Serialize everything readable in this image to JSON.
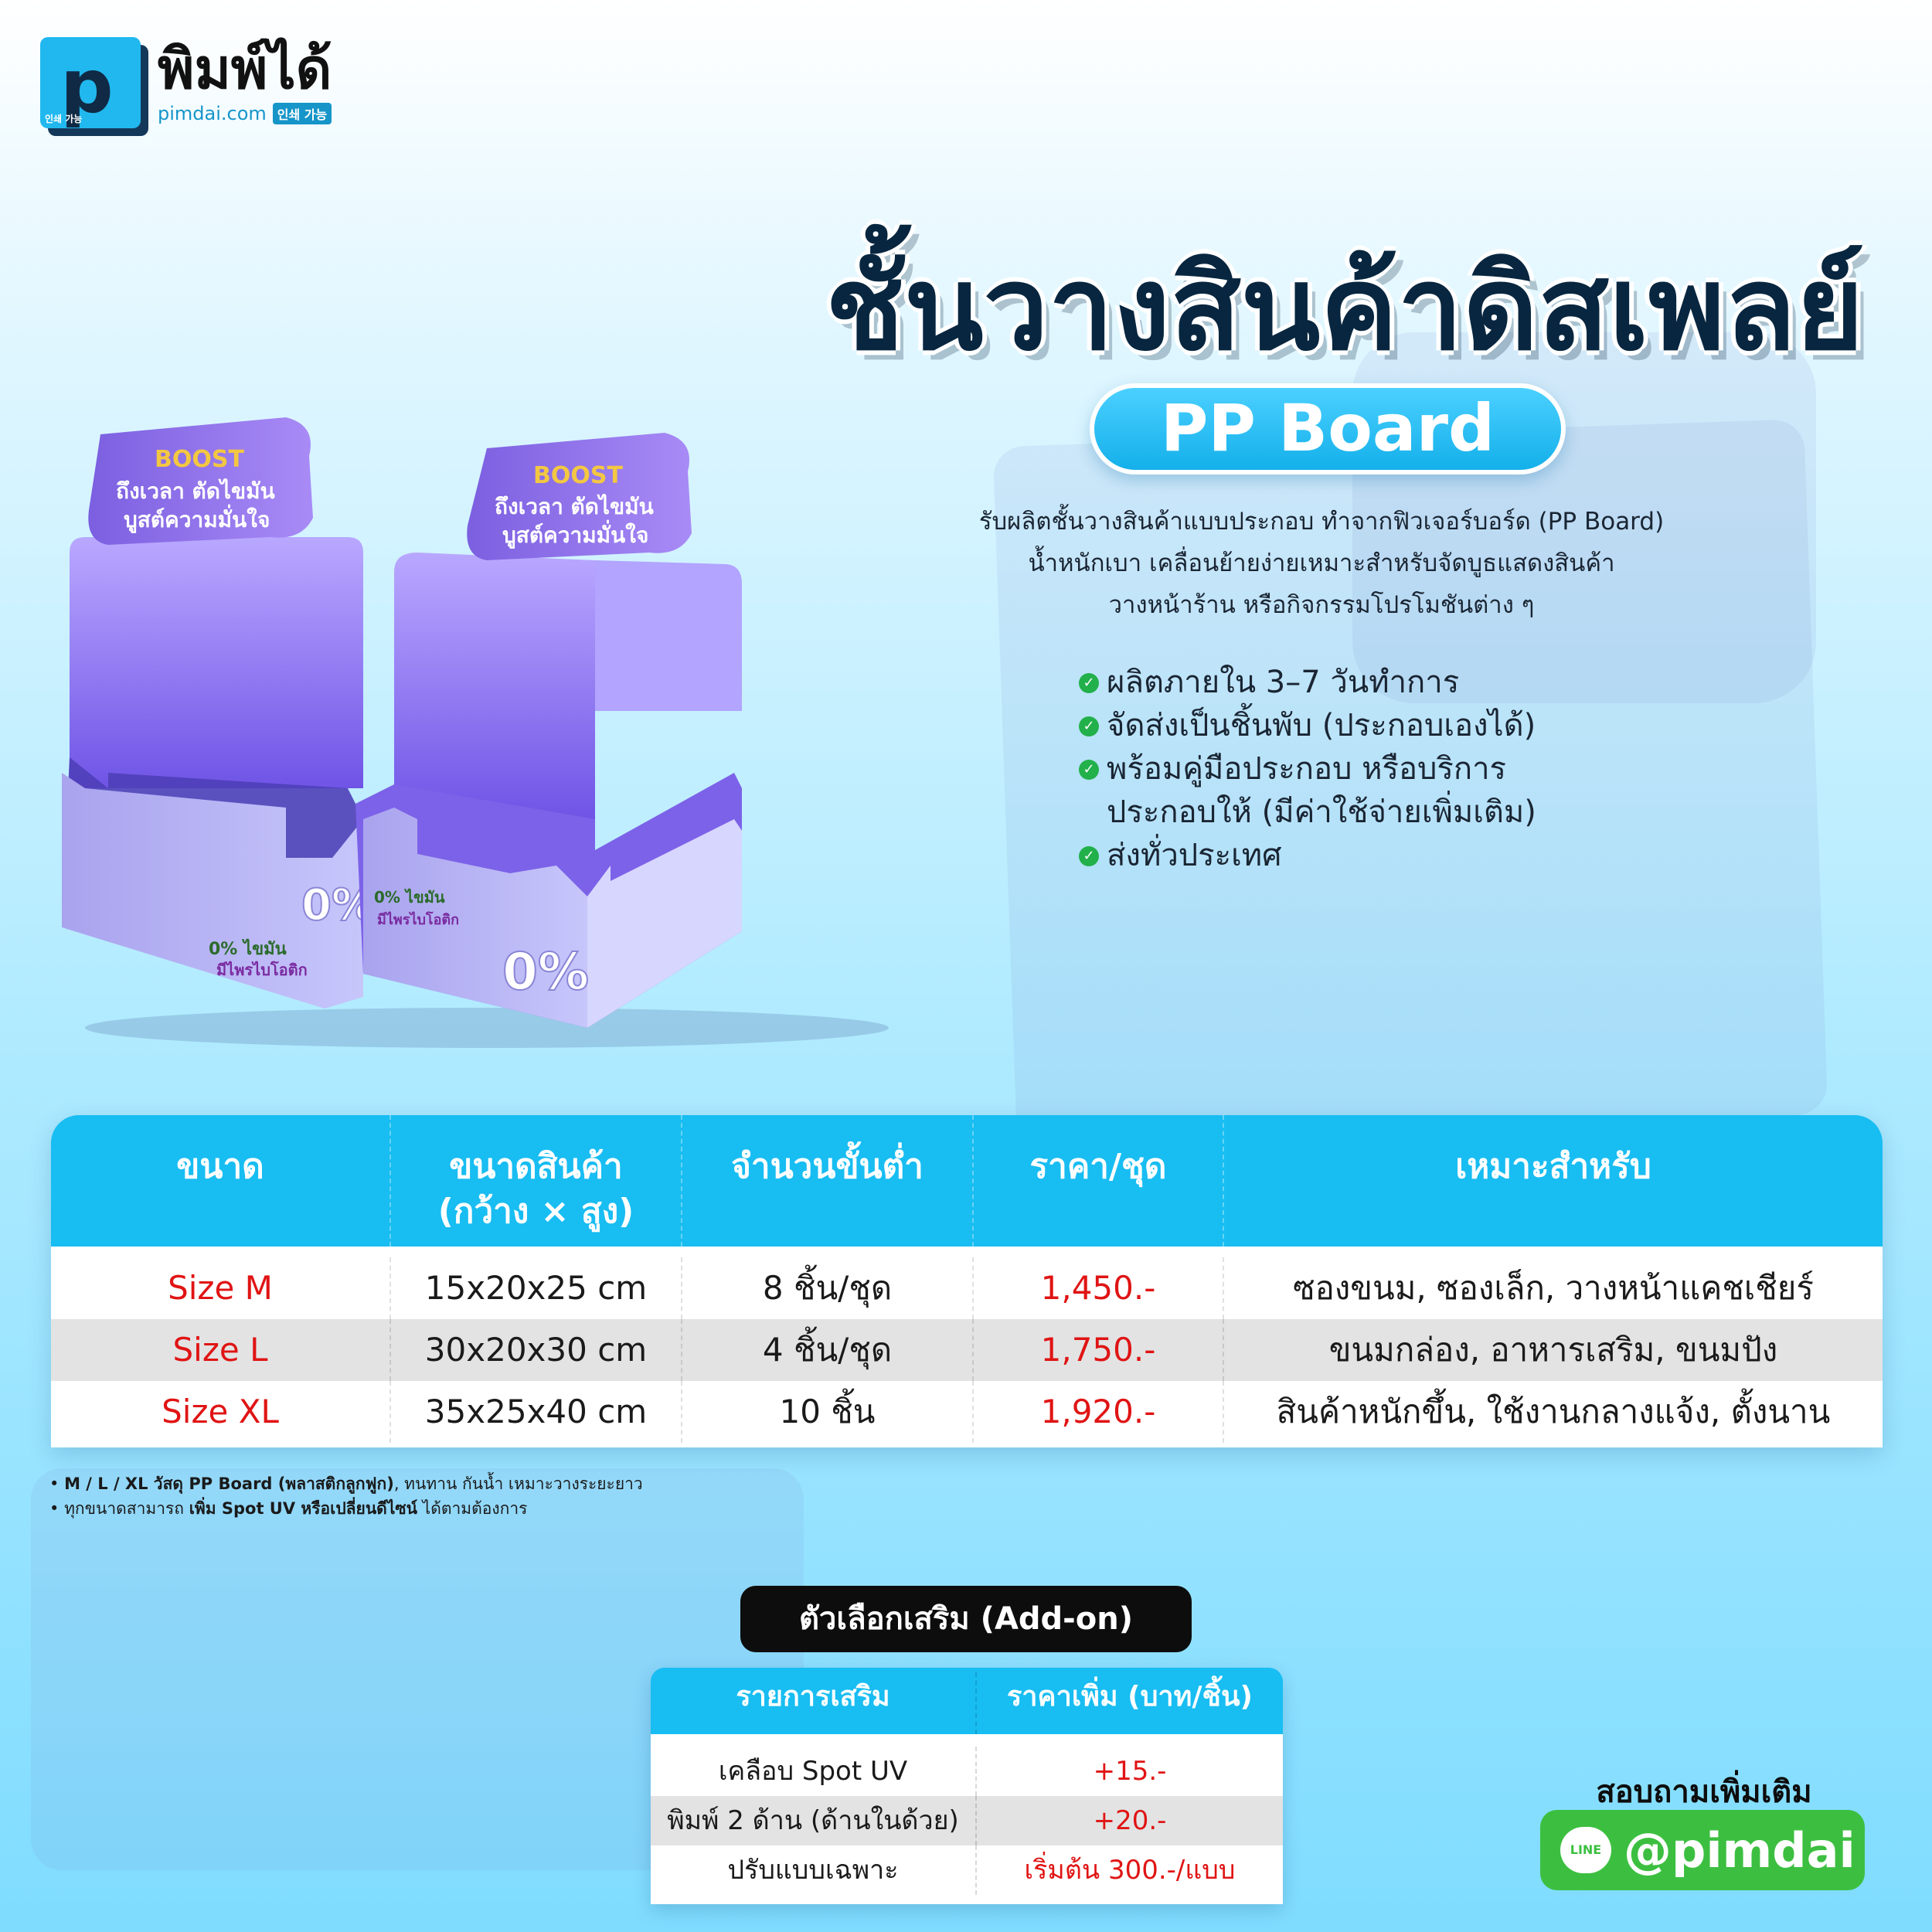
{
  "logo": {
    "mark_letter": "p",
    "mark_subtext": "인쇄 가능",
    "brand": "พิมพ์ได้",
    "site": "pimdai.com",
    "site_tag": "인쇄 가능"
  },
  "title": "ชั้นวางสินค้าดิสเพลย์",
  "badge": "PP Board",
  "description": [
    "รับผลิตชั้นวางสินค้าแบบประกอบ ทำจากฟิวเจอร์บอร์ด (PP Board)",
    "น้ำหนักเบา เคลื่อนย้ายง่ายเหมาะสำหรับจัดบูธแสดงสินค้า",
    "วางหน้าร้าน หรือกิจกรรมโปรโมชันต่าง ๆ"
  ],
  "features": [
    {
      "text": "ผลิตภายใน 3–7 วันทำการ",
      "icon": "check-circle-icon"
    },
    {
      "text": "จัดส่งเป็นชิ้นพับ (ประกอบเองได้)",
      "icon": "check-circle-icon"
    },
    {
      "text": "พร้อมคู่มือประกอบ หรือบริการ",
      "icon": "check-circle-icon"
    },
    {
      "text": "ประกอบให้ (มีค่าใช้จ่ายเพิ่มเติม)",
      "icon": ""
    },
    {
      "text": "ส่งทั่วประเทศ",
      "icon": "check-circle-icon"
    }
  ],
  "product_art": {
    "brand_text": "BOOST",
    "headline_1": "ถึงเวลา ตัดไขมัน",
    "headline_2": "บูสต์ความมั่นใจ",
    "tag_1": "0% ไขมัน",
    "tag_2": "มีไพรไบโอติก",
    "big_text": "0%"
  },
  "price_table": {
    "headers": [
      "ขนาด",
      "ขนาดสินค้า\n(กว้าง × สูง)",
      "จำนวนขั้นต่ำ",
      "ราคา/ชุด",
      "เหมาะสำหรับ"
    ],
    "rows": [
      {
        "size": "Size M",
        "dims": "15x20x25 cm",
        "min": "8 ชิ้น/ชุด",
        "price": "1,450.-",
        "use": "ซองขนม, ซองเล็ก, วางหน้าแคชเชียร์"
      },
      {
        "size": "Size L",
        "dims": "30x20x30 cm",
        "min": "4 ชิ้น/ชุด",
        "price": "1,750.-",
        "use": "ขนมกล่อง, อาหารเสริม, ขนมปัง"
      },
      {
        "size": "Size XL",
        "dims": "35x25x40 cm",
        "min": "10 ชิ้น",
        "price": "1,920.-",
        "use": "สินค้าหนักขึ้น, ใช้งานกลางแจ้ง, ตั้งนาน"
      }
    ]
  },
  "notes": [
    {
      "bold": "M / L / XL วัสดุ PP Board (พลาสติกลูกฟูก)",
      "rest": ", ทนทาน กันน้ำ เหมาะวางระยะยาว"
    },
    {
      "pre": "ทุกขนาดสามารถ ",
      "bold": "เพิ่ม Spot UV หรือเปลี่ยนดีไซน์",
      "rest": " ได้ตามต้องการ"
    }
  ],
  "addon": {
    "title": "ตัวเลือกเสริม (Add-on)",
    "headers": [
      "รายการเสริม",
      "ราคาเพิ่ม (บาท/ชิ้น)"
    ],
    "rows": [
      {
        "item": "เคลือบ Spot UV",
        "price": "+15.-"
      },
      {
        "item": "พิมพ์ 2 ด้าน (ด้านในด้วย)",
        "price": "+20.-"
      },
      {
        "item": "ปรับแบบเฉพาะ",
        "price": "เริ่มต้น 300.-/แบบ"
      }
    ]
  },
  "contact": {
    "label": "สอบถามเพิ่มเติม",
    "line_icon_text": "LINE",
    "handle": "@pimdai"
  },
  "colors": {
    "accent": "#18bdf2",
    "price_red": "#e01414",
    "line_green": "#3cbf40",
    "dark": "#08263f",
    "display_purple": "#8e73f0"
  }
}
